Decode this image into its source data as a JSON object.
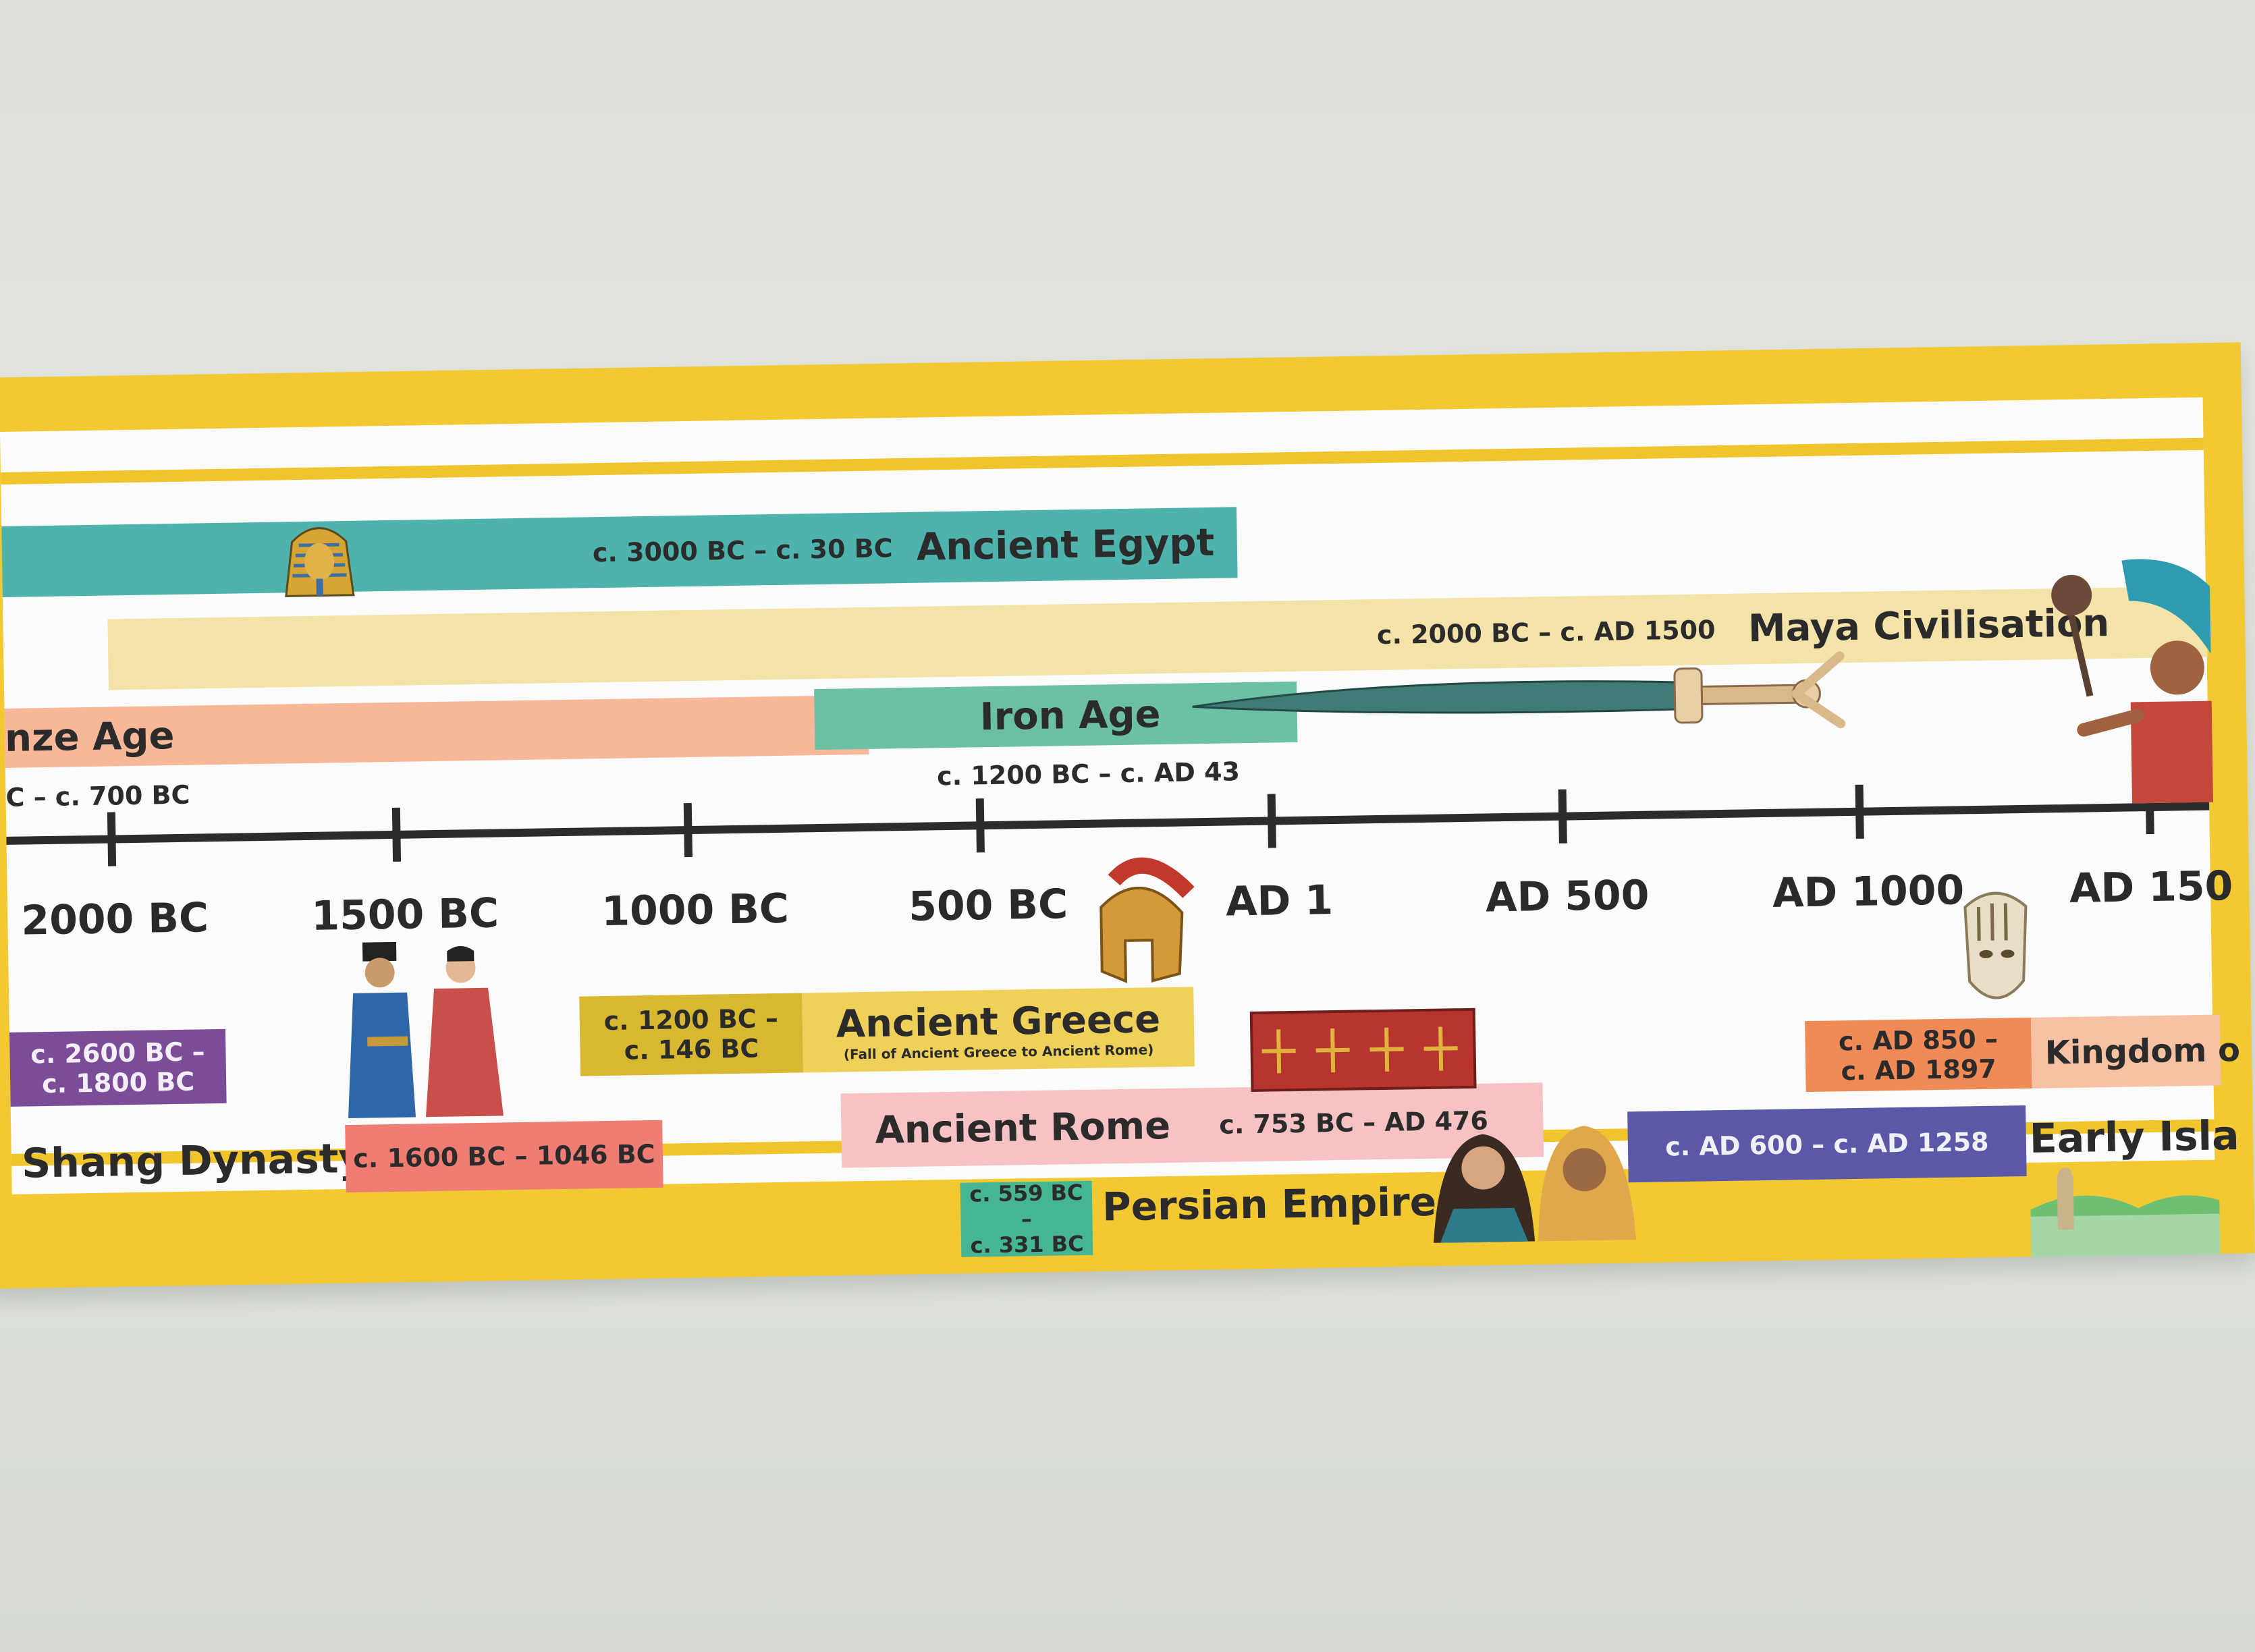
{
  "colors": {
    "wall": "#dde1da",
    "banner": "#f2c933",
    "teal": "#4fb3ad",
    "cream": "#f4e3a8",
    "peach": "#f7b89a",
    "green": "#6cc0a3",
    "olive": "#d7b830",
    "pink": "#f6c2c4",
    "purple": "#7b4c97",
    "coral": "#ef7d74",
    "orange": "#f08b58",
    "indigo": "#5b58a7",
    "mint": "#45b593"
  },
  "periods": {
    "egypt": {
      "dates": "c. 3000 BC – c. 30 BC",
      "name": "Ancient Egypt"
    },
    "maya": {
      "dates": "c. 2000 BC – c. AD 1500",
      "name": "Maya Civilisation"
    },
    "bronze": {
      "name": "nze Age",
      "dates": "C – c. 700 BC"
    },
    "iron": {
      "name": "Iron Age",
      "dates": "c. 1200 BC – c. AD 43"
    },
    "indus": {
      "dates_line1": "c. 2600 BC –",
      "dates_line2": "c. 1800 BC"
    },
    "shang": {
      "name": "Shang Dynasty",
      "dates": "c. 1600 BC – 1046 BC"
    },
    "greece": {
      "dates_line1": "c. 1200 BC –",
      "dates_line2": "c. 146 BC",
      "name": "Ancient Greece",
      "subtitle": "(Fall of Ancient Greece to Ancient Rome)"
    },
    "rome": {
      "name": "Ancient Rome",
      "dates": "c. 753 BC – AD 476"
    },
    "persia": {
      "dates_line1": "c. 559 BC –",
      "dates_line2": "c. 331 BC",
      "name": "Persian Empire"
    },
    "benin": {
      "dates_line1": "c. AD 850 –",
      "dates_line2": "c. AD 1897",
      "name": "Kingdom o"
    },
    "islamic": {
      "dates": "c. AD  600 – c. AD 1258",
      "name": "Early Isla"
    }
  },
  "axis": {
    "ticks": [
      "2000 BC",
      "1500 BC",
      "1000 BC",
      "500 BC",
      "AD 1",
      "AD 500",
      "AD 1000",
      "AD 150"
    ]
  },
  "icons": [
    "pharaoh-mask-icon",
    "sword-icon",
    "spartan-helmet-icon",
    "roman-legion-icon",
    "shang-figures-icon",
    "persian-figures-icon",
    "benin-mask-icon",
    "maya-warrior-icon",
    "mosque-landscape-icon"
  ]
}
